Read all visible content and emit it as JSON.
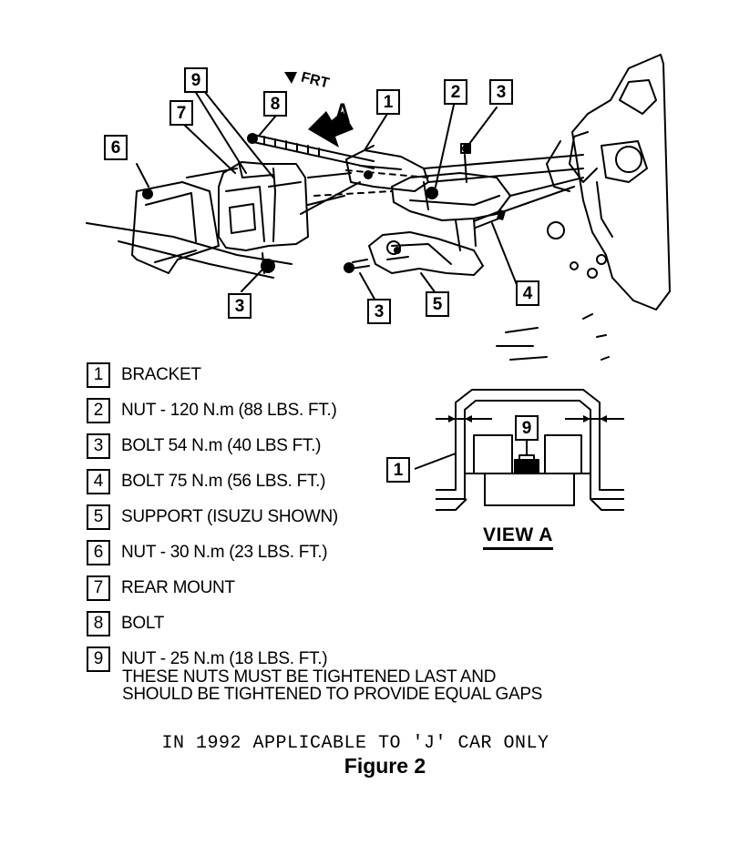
{
  "diagram": {
    "direction_label": "FRT",
    "view_letter": "A",
    "view_caption": "VIEW A"
  },
  "callouts": {
    "c1": "1",
    "c2": "2",
    "c3_top": "3",
    "c3_left": "3",
    "c3_mid": "3",
    "c4": "4",
    "c5": "5",
    "c6": "6",
    "c7": "7",
    "c8": "8",
    "c9": "9",
    "viewA_1": "1",
    "viewA_9": "9"
  },
  "legend": [
    {
      "num": "1",
      "text": "BRACKET"
    },
    {
      "num": "2",
      "text": "NUT - 120 N.m (88 LBS. FT.)"
    },
    {
      "num": "3",
      "text": "BOLT 54 N.m (40 LBS FT.)"
    },
    {
      "num": "4",
      "text": "BOLT 75 N.m (56 LBS. FT.)"
    },
    {
      "num": "5",
      "text": "SUPPORT (ISUZU SHOWN)"
    },
    {
      "num": "6",
      "text": "NUT - 30 N.m (23 LBS. FT.)"
    },
    {
      "num": "7",
      "text": "REAR MOUNT"
    },
    {
      "num": "8",
      "text": "BOLT"
    },
    {
      "num": "9",
      "text": "NUT - 25 N.m (18 LBS. FT.)"
    }
  ],
  "legend_note": [
    "THESE NUTS MUST BE TIGHTENED LAST AND",
    "SHOULD BE TIGHTENED TO PROVIDE EQUAL GAPS"
  ],
  "footer": {
    "applicability": "IN 1992 APPLICABLE TO 'J' CAR ONLY",
    "figure": "Figure 2"
  }
}
